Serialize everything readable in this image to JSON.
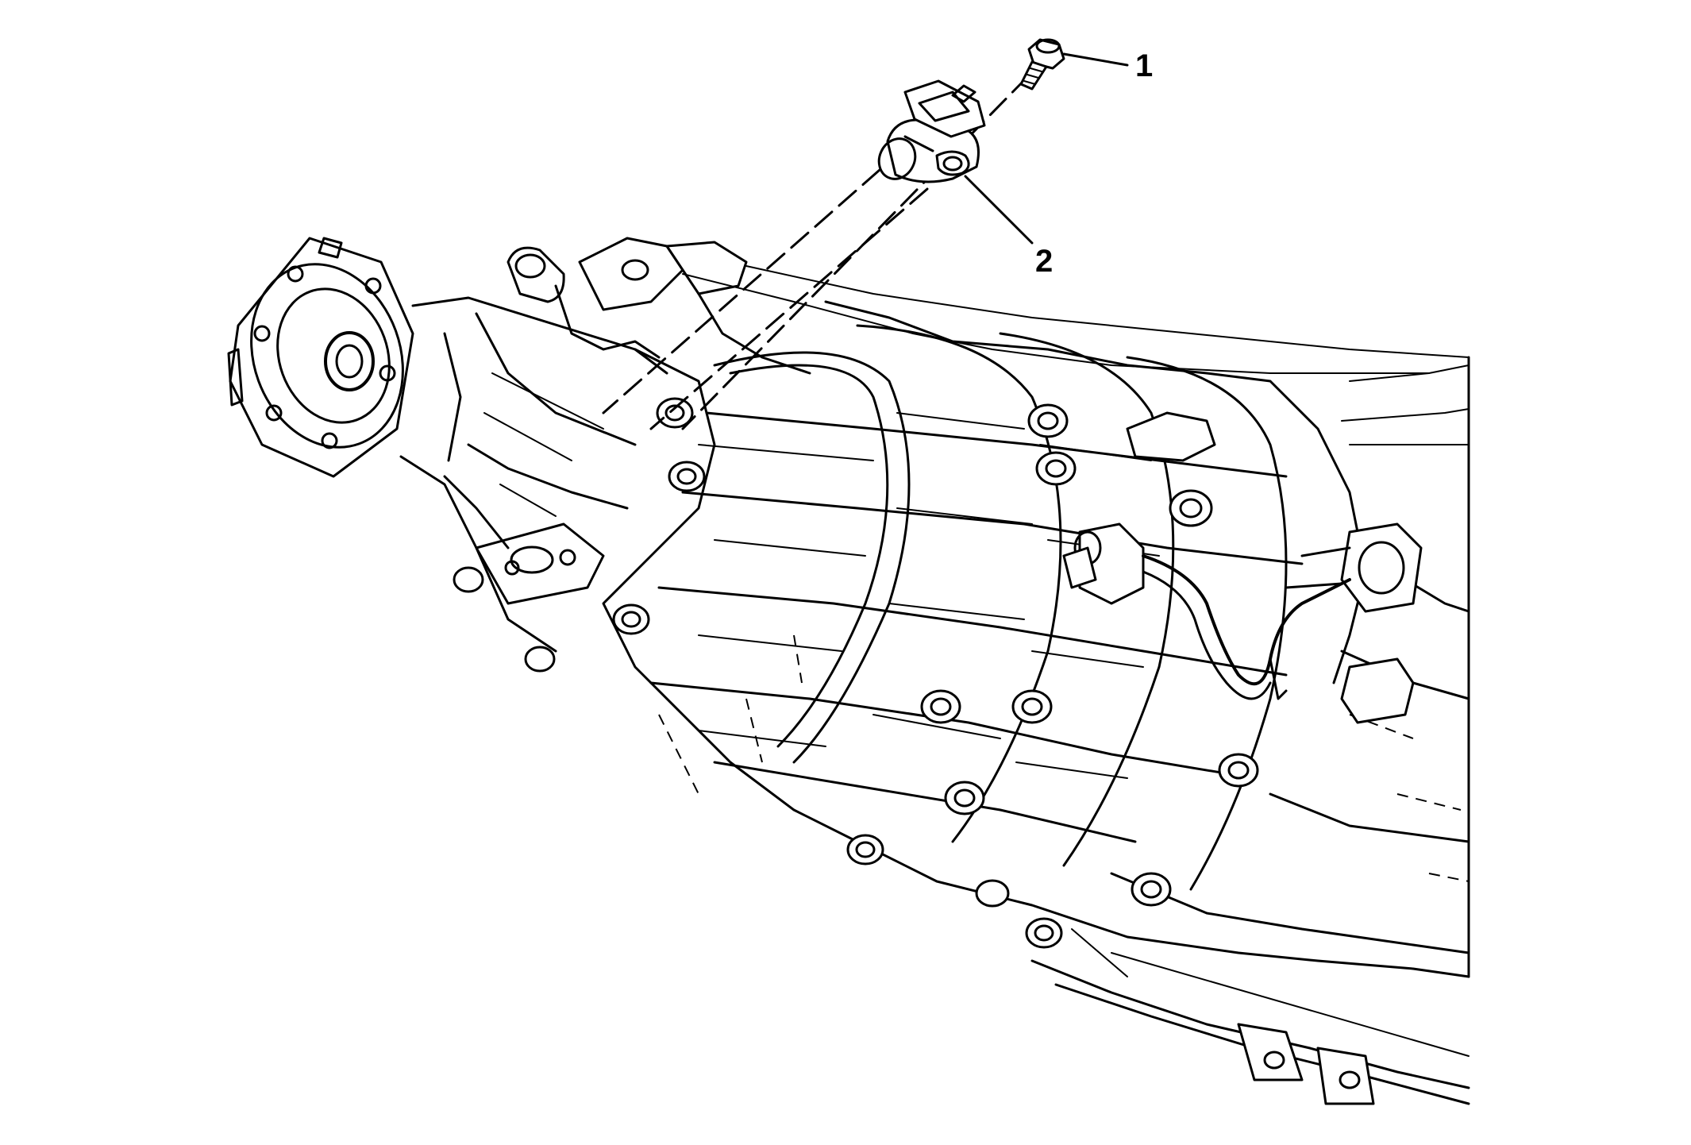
{
  "callouts": [
    {
      "label": "1",
      "part": "bolt"
    },
    {
      "label": "2",
      "part": "sensor"
    }
  ]
}
